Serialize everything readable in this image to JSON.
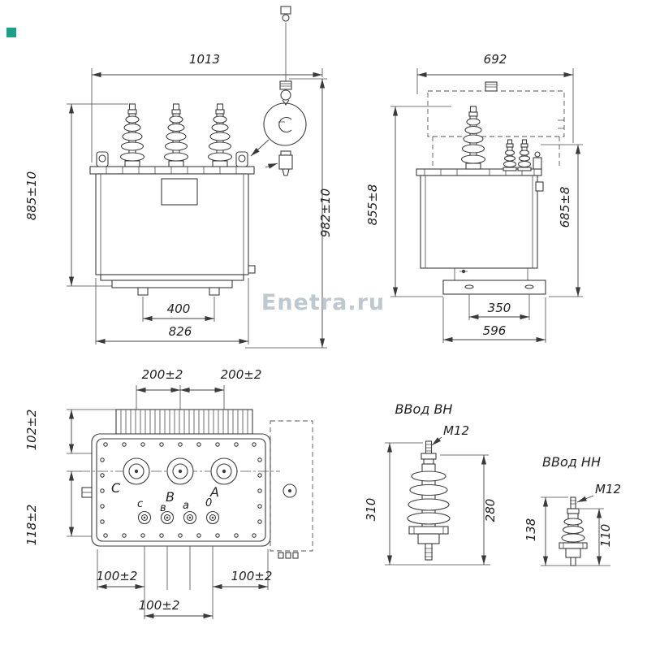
{
  "watermark": "Enetra.ru",
  "front_view": {
    "dim_width": "1013",
    "dim_height_body": "885±10",
    "dim_height_total": "982±10",
    "dim_feet_span": "400",
    "dim_base_width": "826"
  },
  "side_view": {
    "dim_width": "692",
    "dim_height_body": "855±8",
    "dim_height_tank": "685±8",
    "dim_slot_span": "350",
    "dim_base_width": "596"
  },
  "top_view": {
    "dim_bushing_pitch_left": "200±2",
    "dim_bushing_pitch_right": "200±2",
    "dim_hv_row_offset": "102±2",
    "dim_lv_row_offset": "118±2",
    "dim_lv_left": "100±2",
    "dim_lv_right": "100±2",
    "dim_lv_center": "100±2",
    "hv_phase_labels": [
      "С",
      "В",
      "А"
    ],
    "lv_terminal_labels": [
      "с",
      "в",
      "а",
      "0"
    ]
  },
  "hv_bushing": {
    "title": "ВВод ВН",
    "thread": "М12",
    "dim_height_total": "310",
    "dim_height_insulator": "280"
  },
  "lv_bushing": {
    "title": "ВВод НН",
    "thread": "М12",
    "dim_height_total": "138",
    "dim_height_insulator": "110"
  }
}
